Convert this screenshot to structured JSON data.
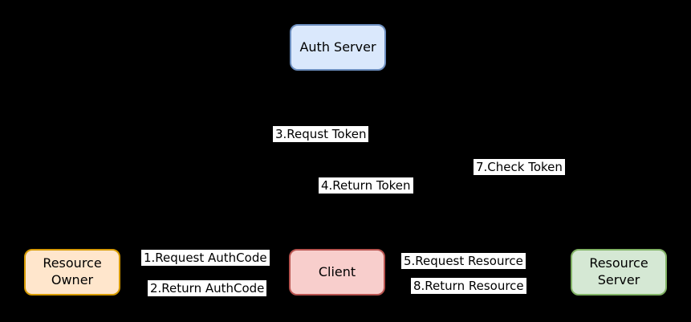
{
  "colors": {
    "background": "#000000",
    "label_background": "#ffffff",
    "text": "#000000",
    "arrow": "#000000"
  },
  "nodes": [
    {
      "id": "auth-server",
      "label": "Auth Server",
      "fill": "#dae8fc",
      "stroke": "#6c8ebf"
    },
    {
      "id": "resource-owner",
      "label": "Resource\nOwner",
      "fill": "#ffe6cc",
      "stroke": "#d79b00"
    },
    {
      "id": "client",
      "label": "Client",
      "fill": "#f8cecc",
      "stroke": "#b85450"
    },
    {
      "id": "resource-server",
      "label": "Resource\nServer",
      "fill": "#d5e8d4",
      "stroke": "#82b366"
    }
  ],
  "edge_labels": [
    {
      "id": "step-1",
      "text": "1.Request AuthCode"
    },
    {
      "id": "step-2",
      "text": "2.Return AuthCode"
    },
    {
      "id": "step-3",
      "text": "3.Requst Token"
    },
    {
      "id": "step-4",
      "text": "4.Return Token"
    },
    {
      "id": "step-5",
      "text": "5.Request Resource"
    },
    {
      "id": "step-7",
      "text": "7.Check Token"
    },
    {
      "id": "step-8",
      "text": "8.Return Resource"
    }
  ],
  "edges": [
    {
      "step": 1,
      "from": "resource-owner",
      "to": "client"
    },
    {
      "step": 2,
      "from": "client",
      "to": "resource-owner"
    },
    {
      "step": 3,
      "from": "client",
      "to": "auth-server"
    },
    {
      "step": 4,
      "from": "auth-server",
      "to": "client"
    },
    {
      "step": 5,
      "from": "client",
      "to": "resource-server"
    },
    {
      "step": 7,
      "from": "resource-server",
      "to": "auth-server"
    },
    {
      "step": 8,
      "from": "resource-server",
      "to": "client"
    }
  ]
}
